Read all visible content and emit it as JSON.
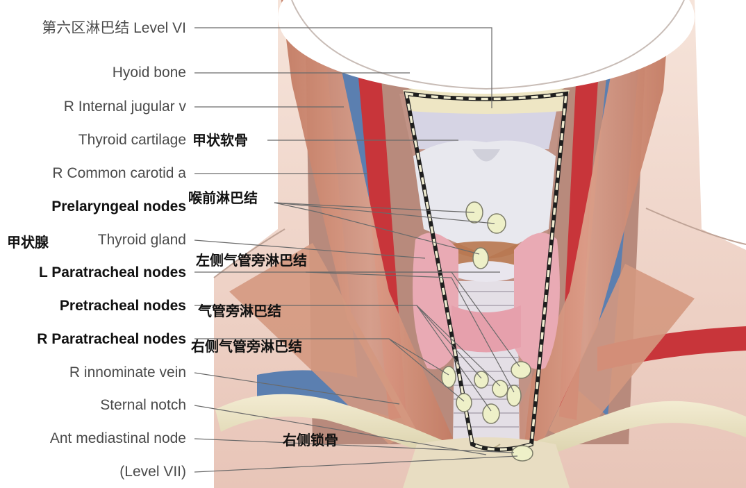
{
  "labels_left": [
    {
      "id": "level-vi",
      "zh": "第六区淋巴结",
      "en": "Level VI",
      "bold": false
    },
    {
      "id": "hyoid-bone",
      "en": "Hyoid bone",
      "bold": false
    },
    {
      "id": "r-internal-jugular-v",
      "en": "R Internal jugular v",
      "bold": false
    },
    {
      "id": "thyroid-cartilage",
      "en": "Thyroid cartilage",
      "bold": false,
      "zh_right": "甲状软骨"
    },
    {
      "id": "r-common-carotid-a",
      "en": "R Common carotid a",
      "bold": false
    },
    {
      "id": "prelaryngeal-nodes",
      "en": "Prelaryngeal nodes",
      "bold": true,
      "zh_right": "喉前淋巴结"
    },
    {
      "id": "thyroid-gland",
      "en": "Thyroid gland",
      "bold": false,
      "zh_left": "甲状腺"
    },
    {
      "id": "l-paratracheal-nodes",
      "en": "L Paratracheal nodes",
      "bold": true,
      "zh_right": "左侧气管旁淋巴结"
    },
    {
      "id": "pretracheal-nodes",
      "en": "Pretracheal nodes",
      "bold": true,
      "zh_right": "气管旁淋巴结"
    },
    {
      "id": "r-paratracheal-nodes",
      "en": "R Paratracheal nodes",
      "bold": true,
      "zh_right": "右侧气管旁淋巴结"
    },
    {
      "id": "r-innominate-vein",
      "en": "R innominate vein",
      "bold": false
    },
    {
      "id": "sternal-notch",
      "en": "Sternal notch",
      "bold": false
    },
    {
      "id": "ant-mediastinal-node",
      "en": "Ant mediastinal node",
      "bold": false
    },
    {
      "id": "level-vii",
      "en": "(Level VII)",
      "bold": false
    }
  ],
  "annotation_clavicle": "右侧锁骨",
  "colors": {
    "muscle": "#cf8d74",
    "muscle_dark": "#b86c55",
    "artery": "#c8353a",
    "vein": "#5b7fb0",
    "bone": "#ece4c6",
    "cartilage": "#e6e6ec",
    "thyroid": "#e9aab4",
    "node": "#eef0c8",
    "skin": "#f4ddd0",
    "leader": "#6a6a6a"
  }
}
